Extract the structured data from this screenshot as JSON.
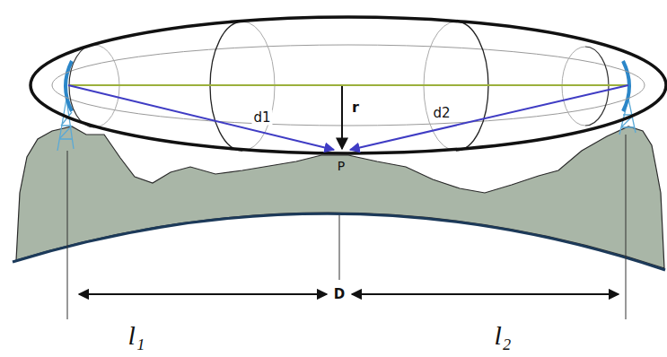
{
  "diagram": {
    "labels": [
      "d1",
      "r",
      "d2",
      "P",
      "D",
      "l₁",
      "l₂"
    ]
  }
}
